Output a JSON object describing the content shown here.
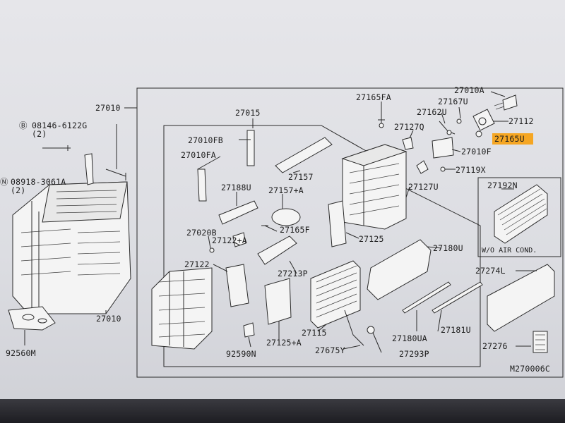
{
  "diagram": {
    "figure_code": "M270006C",
    "highlighted_part": "27165U",
    "highlight_color": "#f5a623",
    "labels": {
      "main_assy": "27010",
      "bolt_b": "08146-6122G",
      "bolt_b_qty": "(2)",
      "nut_n": "08918-3061A",
      "nut_n_qty": "(2)",
      "left_unit": "27010",
      "p92560m": "92560M",
      "p27015": "27015",
      "p27010fb": "27010FB",
      "p27010fa": "27010FA",
      "p27157": "27157",
      "p27188u": "27188U",
      "p27157a": "27157+A",
      "p27020b": "27020B",
      "p27165f": "27165F",
      "p27122a": "27122+A",
      "p27122": "27122",
      "p27213p": "27213P",
      "p27125a": "27125+A",
      "p92590n": "92590N",
      "p27115": "27115",
      "p27675y": "27675Y",
      "p27293p": "27293P",
      "p27125": "27125",
      "p27127u": "27127U",
      "p27165fa": "27165FA",
      "p27127q": "27127Q",
      "p27162u": "27162U",
      "p27167u": "27167U",
      "p27010a": "27010A",
      "p27112": "27112",
      "p27165u": "27165U",
      "p27010f": "27010F",
      "p27119x": "27119X",
      "p27192n": "27192N",
      "wo_air": "W/O AIR COND.",
      "p27180u": "27180U",
      "p27180ua": "27180UA",
      "p27181u": "27181U",
      "p27274l": "27274L",
      "p27276": "27276"
    }
  }
}
